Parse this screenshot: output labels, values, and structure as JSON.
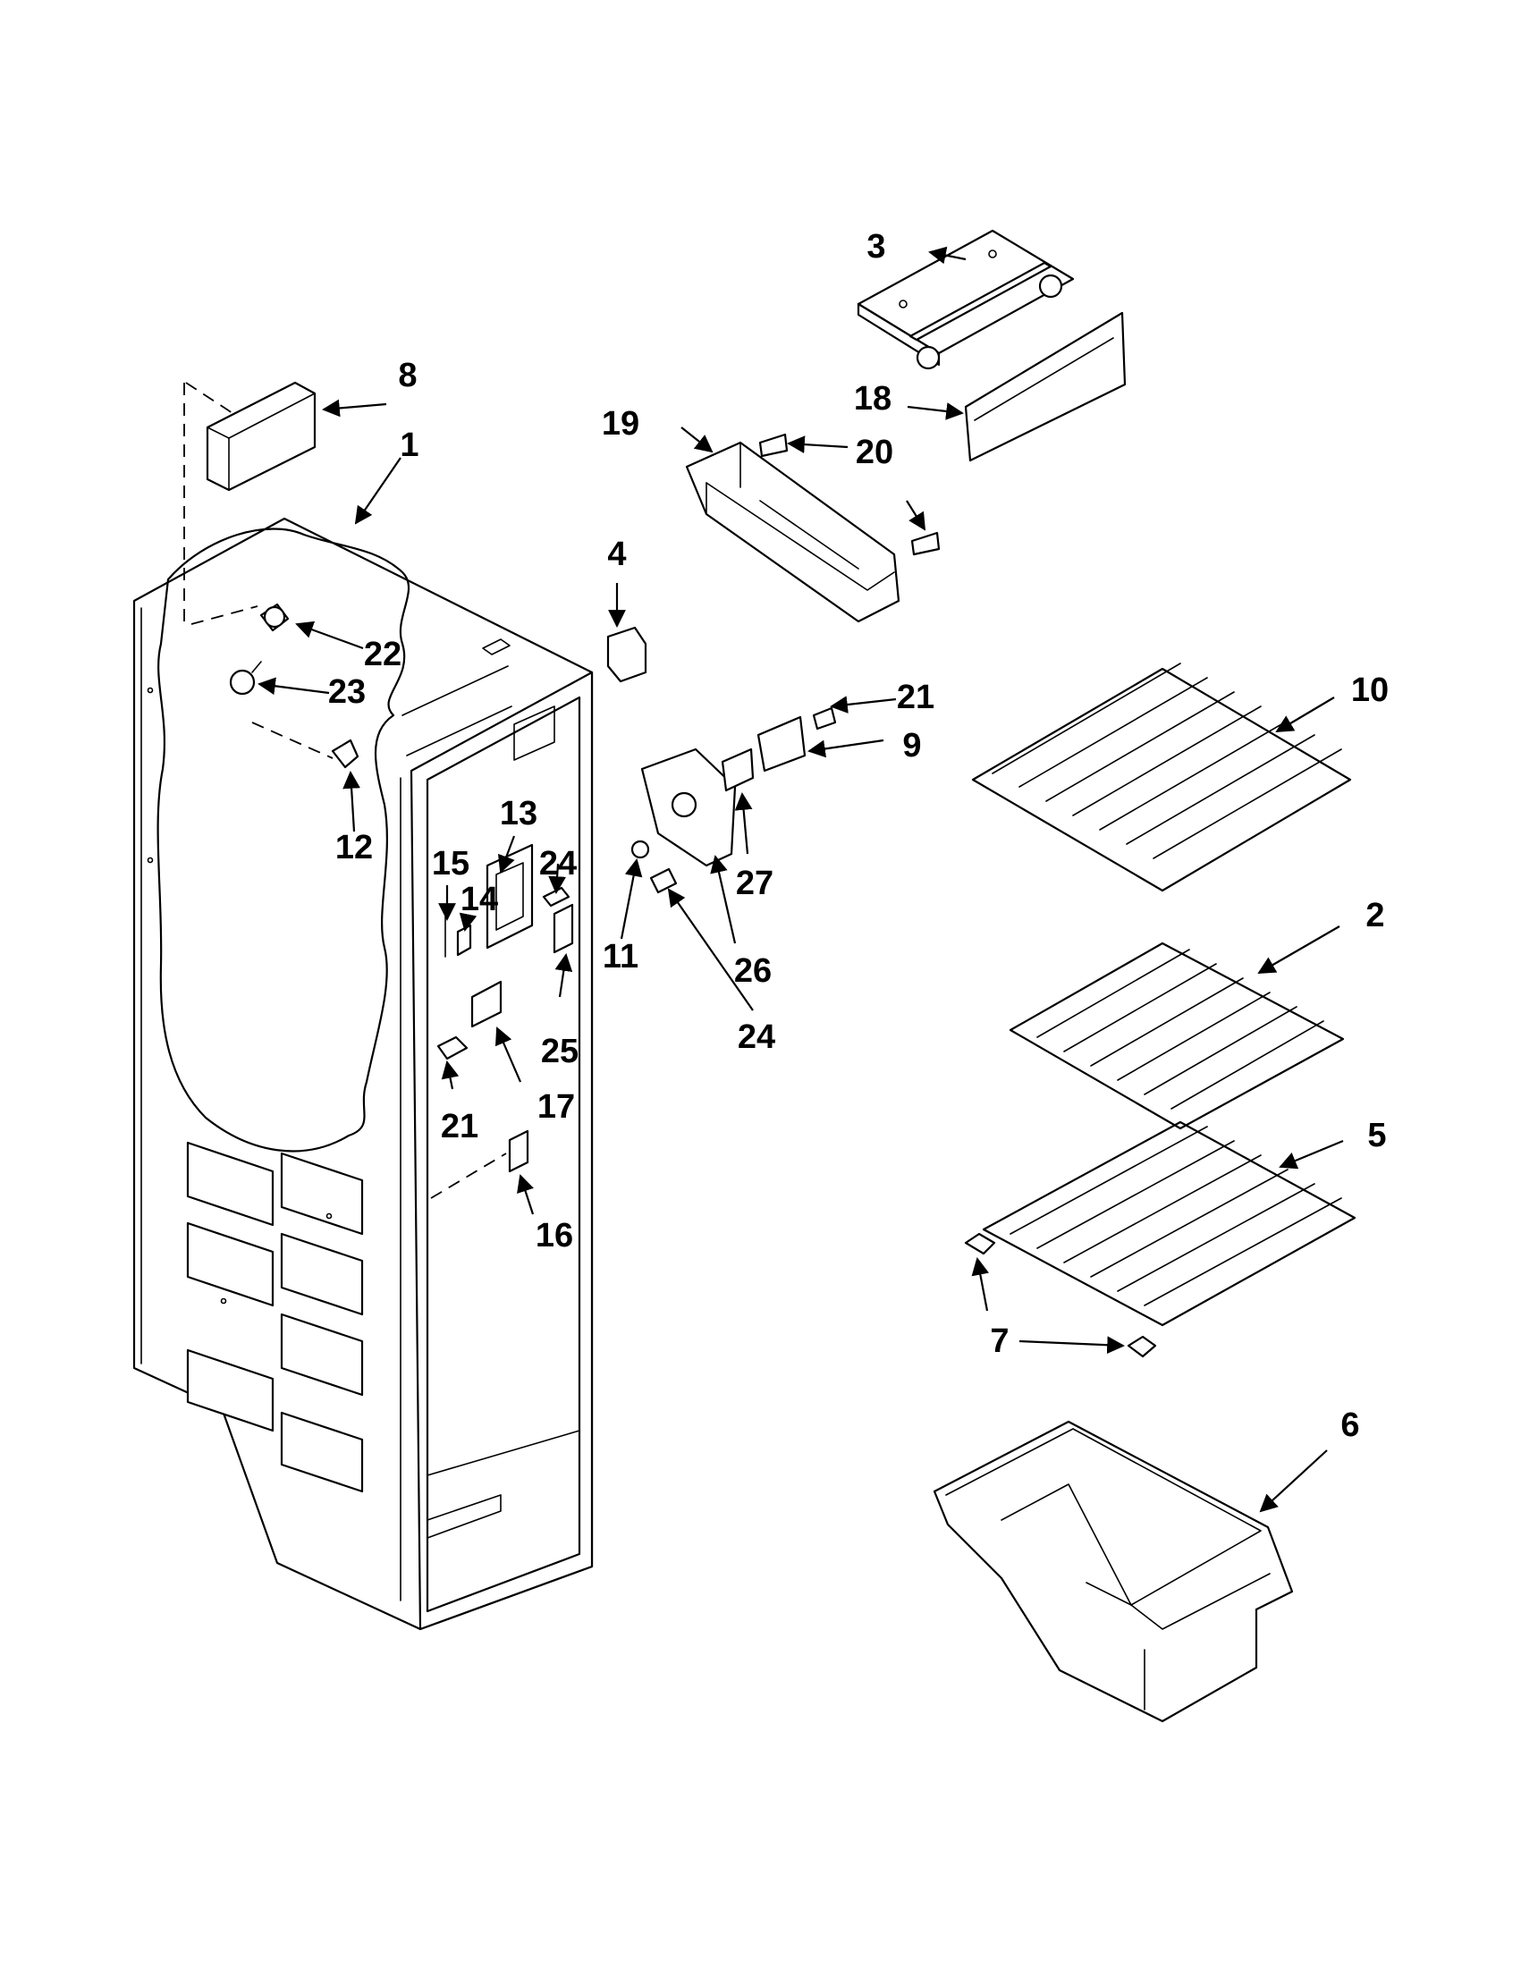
{
  "callouts": [
    {
      "id": "c1",
      "label": "1"
    },
    {
      "id": "c2",
      "label": "2"
    },
    {
      "id": "c3",
      "label": "3"
    },
    {
      "id": "c4",
      "label": "4"
    },
    {
      "id": "c5",
      "label": "5"
    },
    {
      "id": "c6",
      "label": "6"
    },
    {
      "id": "c7",
      "label": "7"
    },
    {
      "id": "c8",
      "label": "8"
    },
    {
      "id": "c9",
      "label": "9"
    },
    {
      "id": "c10",
      "label": "10"
    },
    {
      "id": "c11",
      "label": "11"
    },
    {
      "id": "c12",
      "label": "12"
    },
    {
      "id": "c13",
      "label": "13"
    },
    {
      "id": "c14",
      "label": "14"
    },
    {
      "id": "c15",
      "label": "15"
    },
    {
      "id": "c16",
      "label": "16"
    },
    {
      "id": "c17",
      "label": "17"
    },
    {
      "id": "c18",
      "label": "18"
    },
    {
      "id": "c19",
      "label": "19"
    },
    {
      "id": "c20",
      "label": "20"
    },
    {
      "id": "c21a",
      "label": "21"
    },
    {
      "id": "c21b",
      "label": "21"
    },
    {
      "id": "c22",
      "label": "22"
    },
    {
      "id": "c23",
      "label": "23"
    },
    {
      "id": "c24a",
      "label": "24"
    },
    {
      "id": "c24b",
      "label": "24"
    },
    {
      "id": "c25",
      "label": "25"
    },
    {
      "id": "c26",
      "label": "26"
    },
    {
      "id": "c27",
      "label": "27"
    }
  ]
}
